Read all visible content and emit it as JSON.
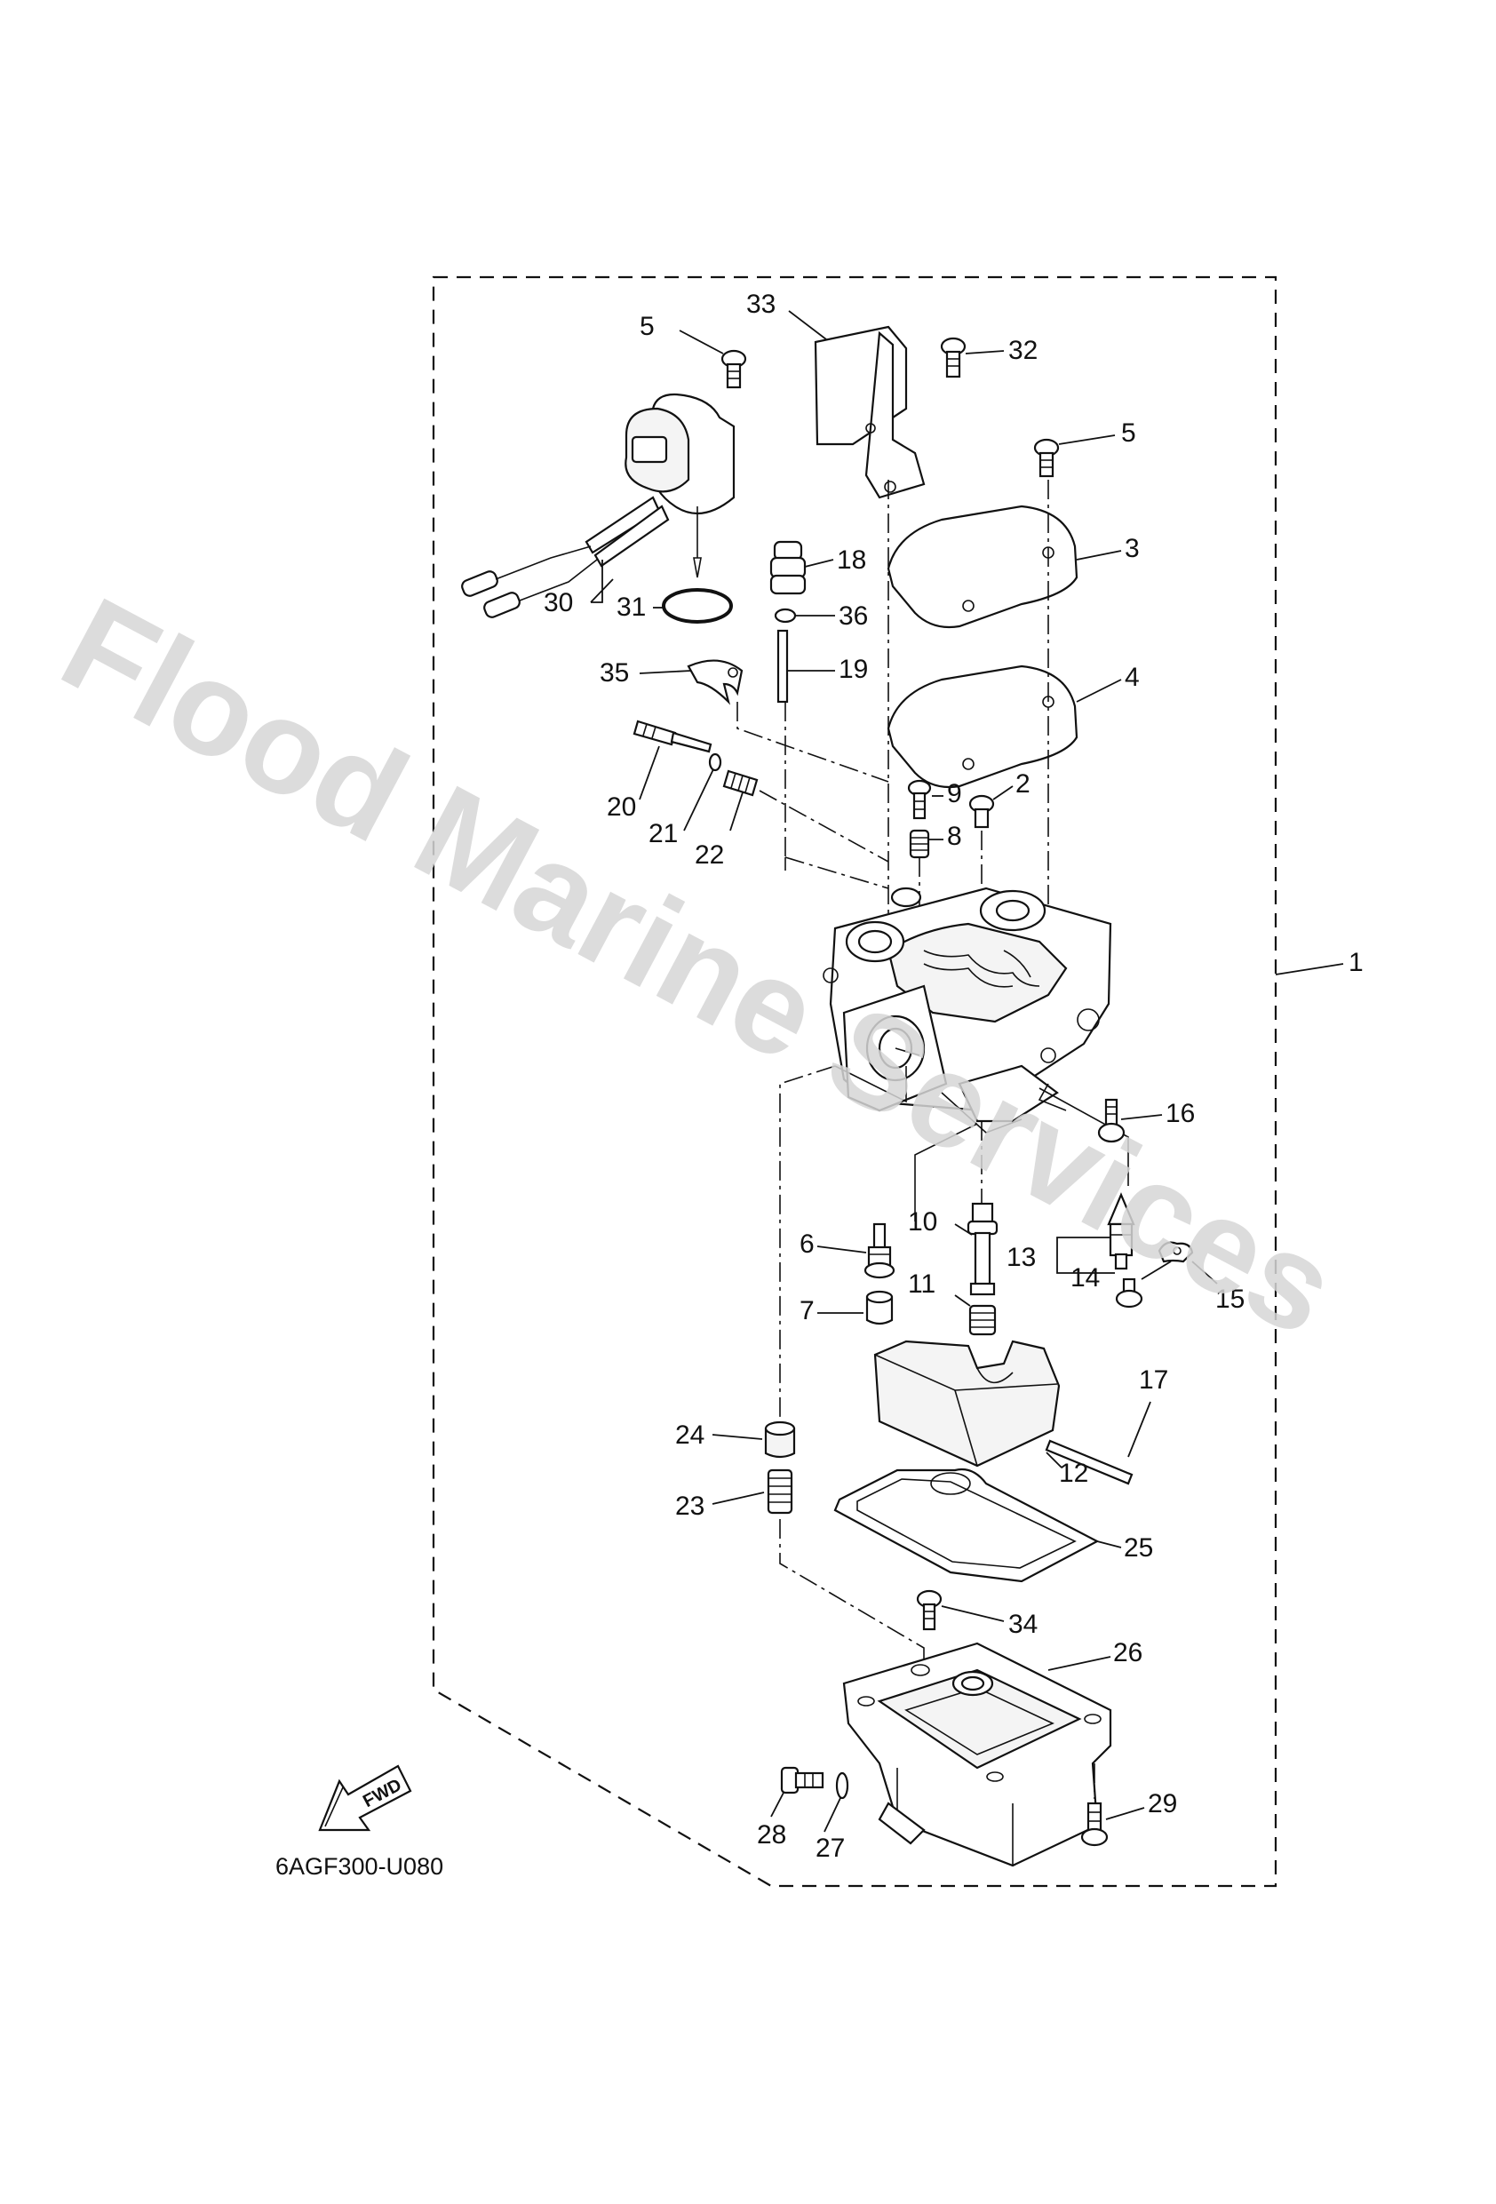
{
  "diagram": {
    "code": "6AGF300-U080",
    "watermark": "Flood Marine Services",
    "fwd_label": "FWD",
    "callouts": {
      "c1": "1",
      "c2": "2",
      "c3": "3",
      "c4": "4",
      "c5a": "5",
      "c5b": "5",
      "c6": "6",
      "c7": "7",
      "c8": "8",
      "c9": "9",
      "c10": "10",
      "c11": "11",
      "c12": "12",
      "c13": "13",
      "c14": "14",
      "c15": "15",
      "c16": "16",
      "c17": "17",
      "c18": "18",
      "c19": "19",
      "c20": "20",
      "c21": "21",
      "c22": "22",
      "c23": "23",
      "c24": "24",
      "c25": "25",
      "c26": "26",
      "c27": "27",
      "c28": "28",
      "c29": "29",
      "c30": "30",
      "c31": "31",
      "c32": "32",
      "c33": "33",
      "c34": "34",
      "c35": "35",
      "c36": "36"
    }
  }
}
